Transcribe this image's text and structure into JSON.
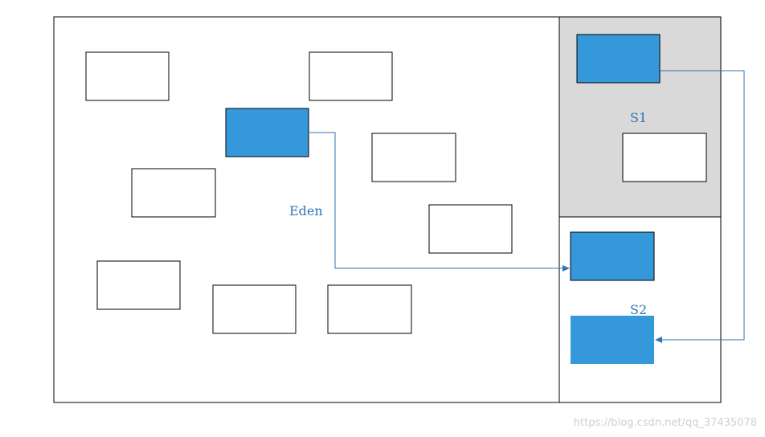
{
  "labels": {
    "eden": "Eden",
    "s1": "S1",
    "s2": "S2"
  },
  "watermark": "https://blog.csdn.net/qq_37435078",
  "colors": {
    "live_object": "#3498db",
    "arrow": "#2e75b6",
    "label": "#2e75b6",
    "s1_background": "#d9d9d9",
    "border": "#000000"
  }
}
